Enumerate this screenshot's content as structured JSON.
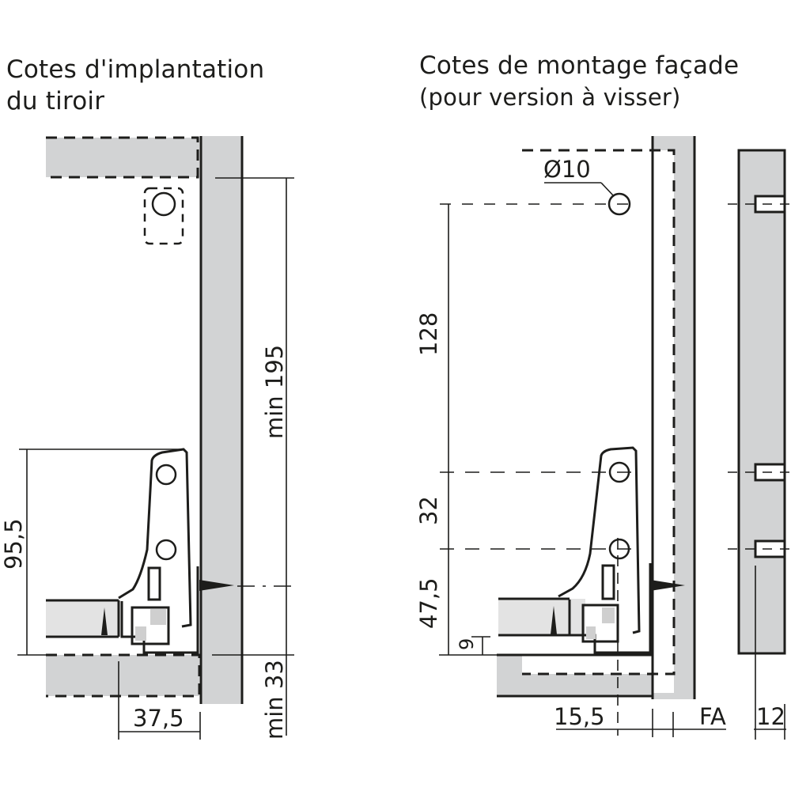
{
  "left_panel": {
    "title_line1": "Cotes d'implantation",
    "title_line2": "du tiroir",
    "dimensions": {
      "min_195": "min 195",
      "d_95_5": "95,5",
      "d_37_5": "37,5",
      "min_33": "min 33"
    }
  },
  "right_panel": {
    "title_line1": "Cotes de montage façade",
    "title_line2": "(pour version à visser)",
    "dimensions": {
      "diameter": "Ø10",
      "d_128": "128",
      "d_32": "32",
      "d_47_5": "47,5",
      "d_9": "9",
      "d_15_5": "15,5",
      "fa": "FA",
      "d_12": "12"
    }
  },
  "colors": {
    "panel_fill": "#d2d3d4",
    "line": "#1d1d1b",
    "background": "#ffffff"
  }
}
